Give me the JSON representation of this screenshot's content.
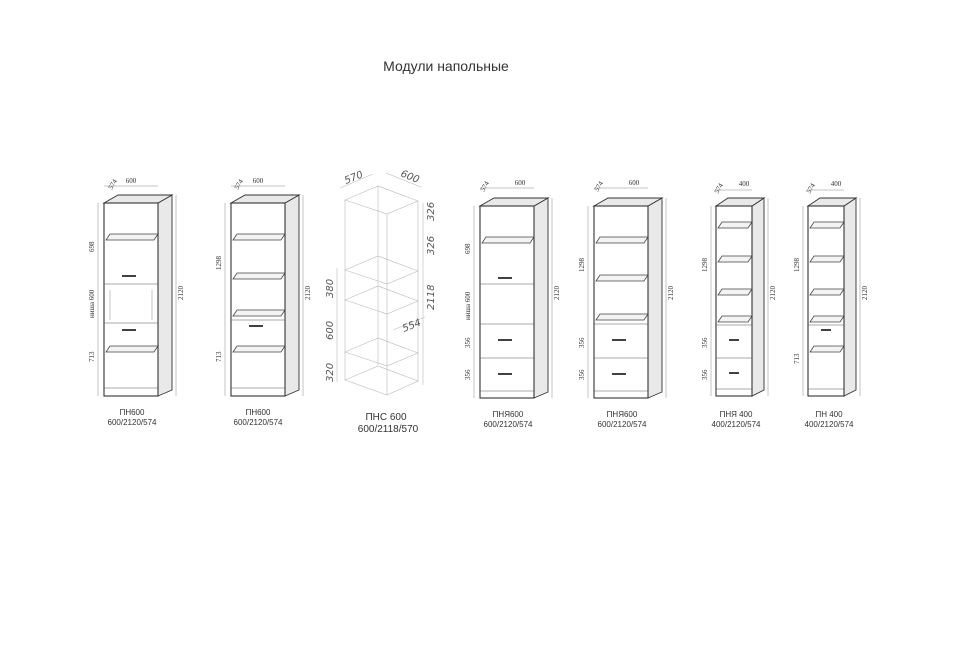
{
  "title": "Модули напольные",
  "cabinets": [
    {
      "code": "ПН600",
      "size": "600/2120/574",
      "width_label": "600",
      "depth_label": "574",
      "dims": [
        "698",
        "ниша 600",
        "713"
      ],
      "height_label": "2120"
    },
    {
      "code": "ПН600",
      "size": "600/2120/574",
      "width_label": "600",
      "depth_label": "574",
      "dims": [
        "1298",
        "713"
      ],
      "height_label": "2120"
    },
    {
      "code": "ПНС 600",
      "size": "600/2118/570",
      "width_label": "600",
      "depth_label": "570",
      "dims": [
        "326",
        "326",
        "2118",
        "380",
        "600",
        "554",
        "320"
      ]
    },
    {
      "code": "ПНЯ600",
      "size": "600/2120/574",
      "width_label": "600",
      "depth_label": "574",
      "dims": [
        "698",
        "ниша 600",
        "356",
        "356"
      ],
      "height_label": "2120"
    },
    {
      "code": "ПНЯ600",
      "size": "600/2120/574",
      "width_label": "600",
      "depth_label": "574",
      "dims": [
        "1298",
        "356",
        "356"
      ],
      "height_label": "2120"
    },
    {
      "code": "ПНЯ 400",
      "size": "400/2120/574",
      "width_label": "400",
      "depth_label": "574",
      "dims": [
        "1298",
        "356",
        "356"
      ],
      "height_label": "2120"
    },
    {
      "code": "ПН 400",
      "size": "400/2120/574",
      "width_label": "400",
      "depth_label": "574",
      "dims": [
        "1298",
        "713"
      ],
      "height_label": "2120"
    }
  ]
}
